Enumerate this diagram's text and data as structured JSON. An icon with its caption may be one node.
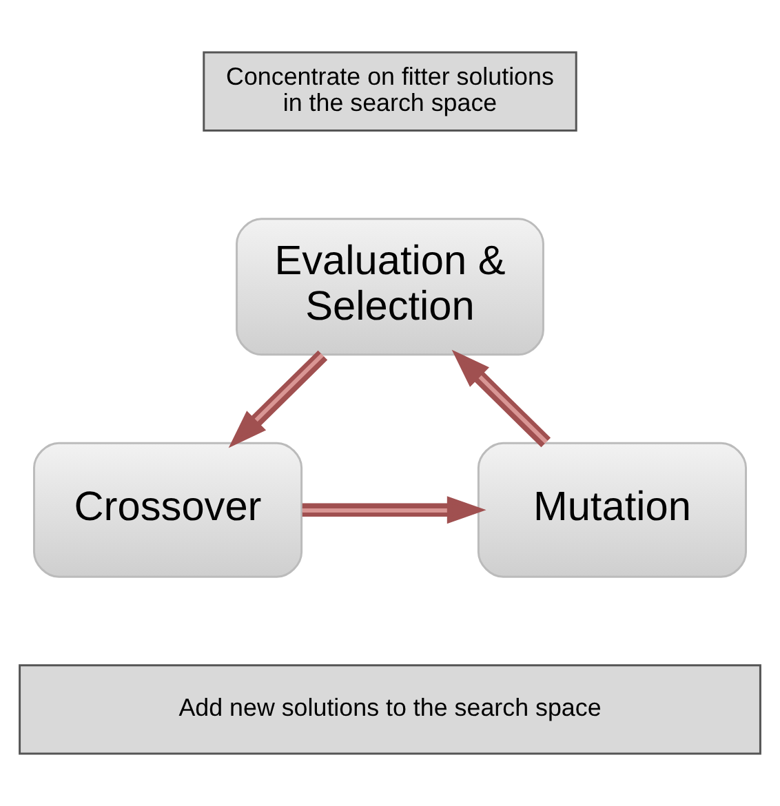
{
  "diagram": {
    "nodes": [
      {
        "text": [
          "Concentrate on fitter solutions in the search space"
        ]
      },
      {
        "text": [
          "Evaluation & Selection"
        ]
      },
      {
        "text": [
          "Crossover"
        ]
      },
      {
        "text": [
          "Mutation"
        ]
      },
      {
        "text": [
          "Add new solutions to the search space"
        ]
      }
    ],
    "edges": [
      {
        "from": 1,
        "to": 2,
        "arrow": "to"
      },
      {
        "from": 2,
        "to": 3,
        "arrow": "to"
      },
      {
        "from": 3,
        "to": 1,
        "arrow": "to"
      }
    ]
  }
}
